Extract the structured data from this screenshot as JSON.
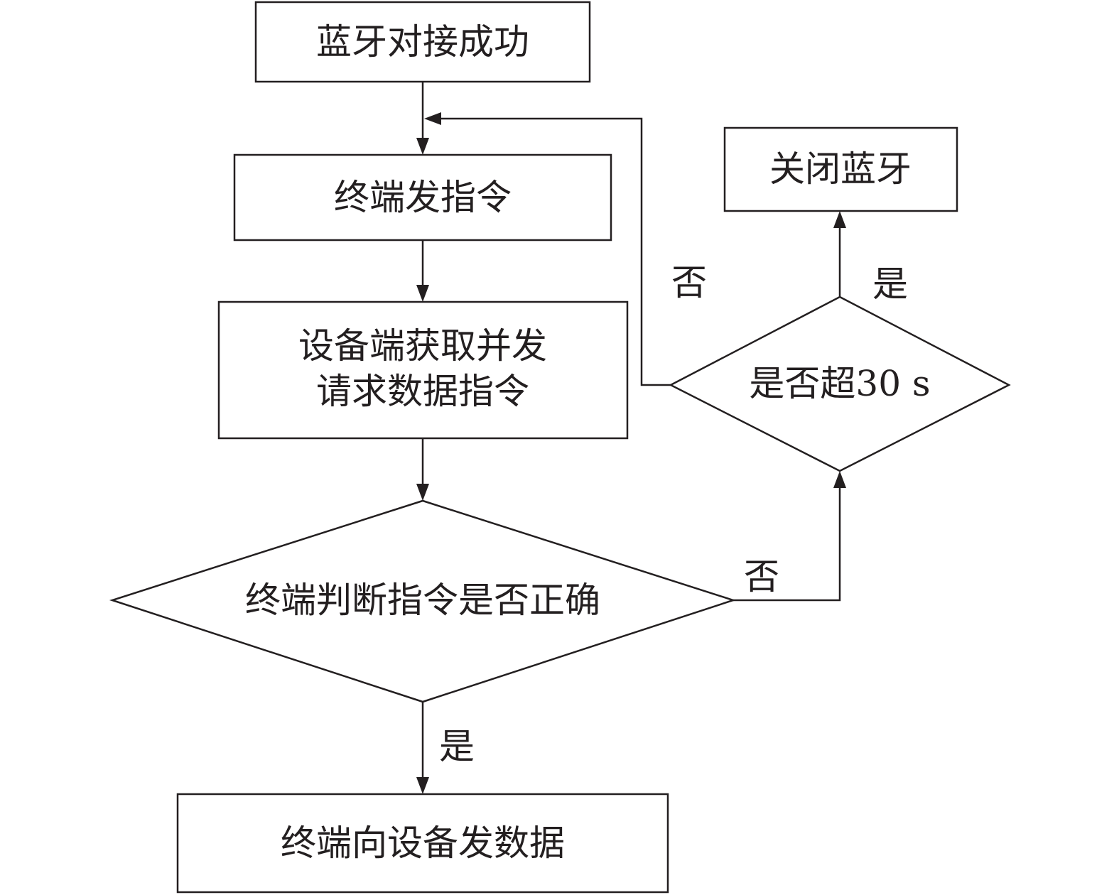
{
  "nodes": {
    "bt_connected": "蓝牙对接成功",
    "terminal_send": "终端发指令",
    "device_fetch_line1": "设备端获取并发",
    "device_fetch_line2": "请求数据指令",
    "terminal_check": "终端判断指令是否正确",
    "terminal_send_data": "终端向设备发数据",
    "timeout_check": "是否超30 s",
    "close_bt": "关闭蓝牙"
  },
  "edge_labels": {
    "yes_to_send_data": "是",
    "no_to_timeout": "否",
    "yes_to_close": "是",
    "no_loop_back": "否"
  }
}
